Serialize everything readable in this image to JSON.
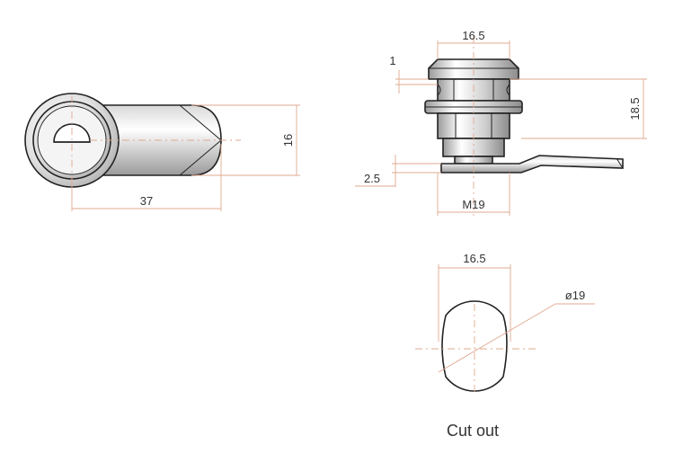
{
  "front_view": {
    "width_label": "37",
    "height_label": "16"
  },
  "side_view": {
    "top_width_label": "16.5",
    "flange_label": "1",
    "height_label": "18.5",
    "cam_offset_label": "2.5",
    "thread_label": "M19"
  },
  "cutout_view": {
    "width_label": "16.5",
    "diameter_label": "ø19",
    "caption": "Cut out"
  },
  "colors": {
    "outline": "#222222",
    "dimension": "#e0a890",
    "text": "#333333"
  }
}
